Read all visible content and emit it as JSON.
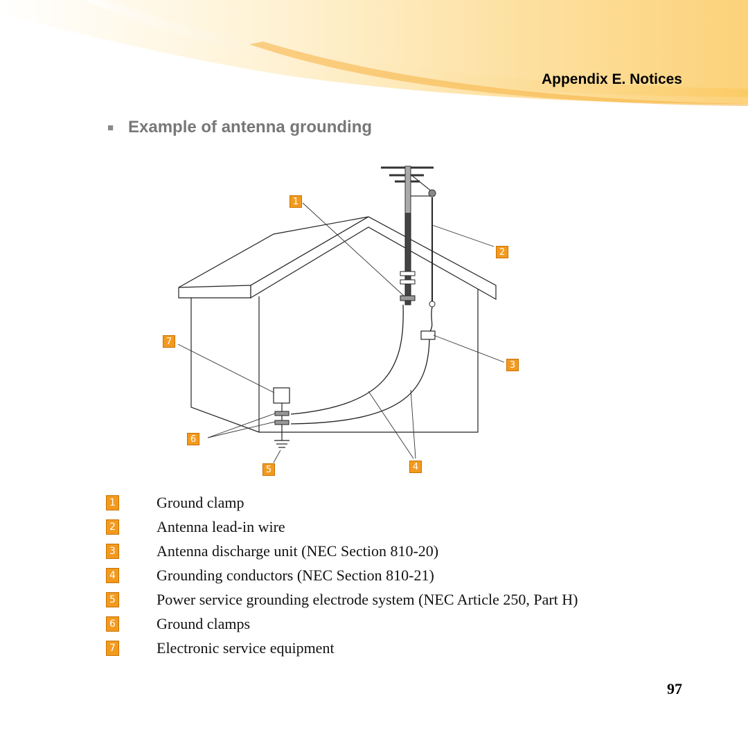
{
  "header": {
    "title": "Appendix E. Notices"
  },
  "section": {
    "bullet": "■",
    "title": "Example of antenna grounding"
  },
  "diagram": {
    "callouts": [
      "1",
      "2",
      "3",
      "4",
      "5",
      "6",
      "7"
    ]
  },
  "legend": [
    {
      "num": "1",
      "text": "Ground clamp"
    },
    {
      "num": "2",
      "text": "Antenna lead-in wire"
    },
    {
      "num": "3",
      "text": "Antenna discharge unit (NEC Section 810-20)"
    },
    {
      "num": "4",
      "text": "Grounding conductors (NEC Section 810-21)"
    },
    {
      "num": "5",
      "text": "Power service grounding electrode system (NEC Article 250, Part H)"
    },
    {
      "num": "6",
      "text": "Ground clamps"
    },
    {
      "num": "7",
      "text": "Electronic service equipment"
    }
  ],
  "footer": {
    "page_number": "97"
  },
  "colors": {
    "accent": "#f39a1e",
    "header_band": "#fde3a0",
    "heading_gray": "#777777"
  }
}
